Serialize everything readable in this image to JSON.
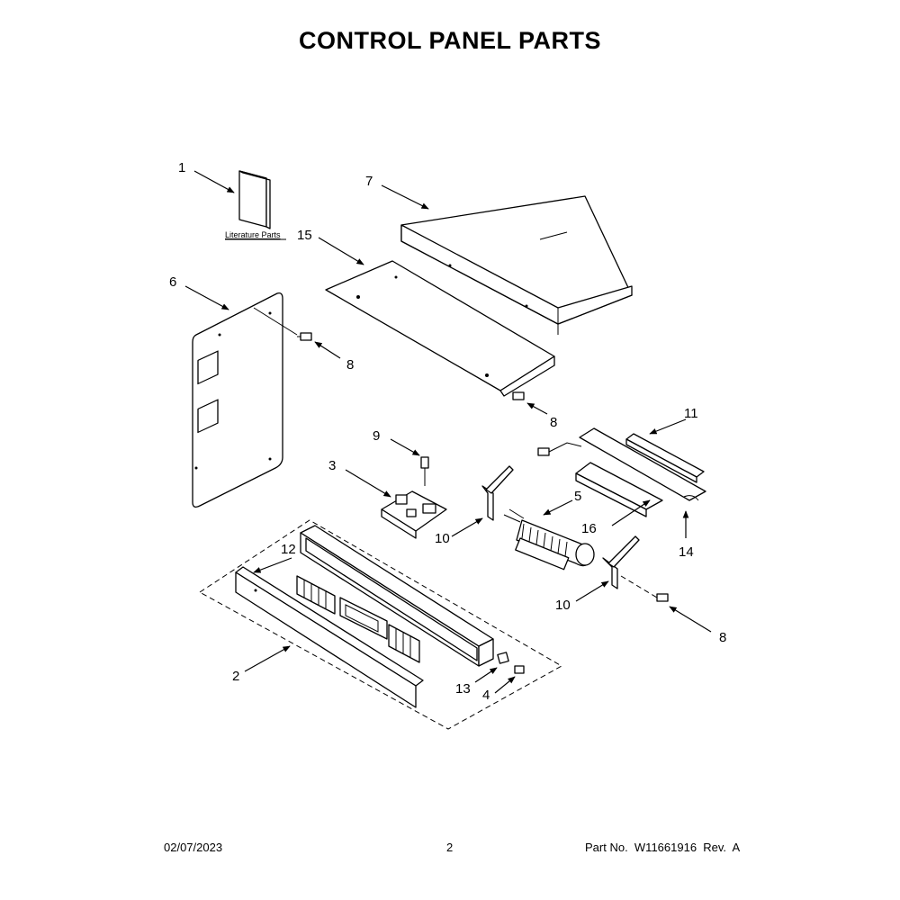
{
  "page": {
    "title": "CONTROL PANEL PARTS",
    "literature_label": "Literature Parts"
  },
  "callouts": {
    "c1": "1",
    "c2": "2",
    "c3": "3",
    "c4": "4",
    "c5": "5",
    "c6": "6",
    "c7": "7",
    "c8a": "8",
    "c8b": "8",
    "c8c": "8",
    "c9": "9",
    "c10a": "10",
    "c10b": "10",
    "c11": "11",
    "c12": "12",
    "c13": "13",
    "c14": "14",
    "c15": "15",
    "c16": "16"
  },
  "footer": {
    "date": "02/07/2023",
    "page_number": "2",
    "part_number": "Part No.  W11661916  Rev.  A"
  }
}
